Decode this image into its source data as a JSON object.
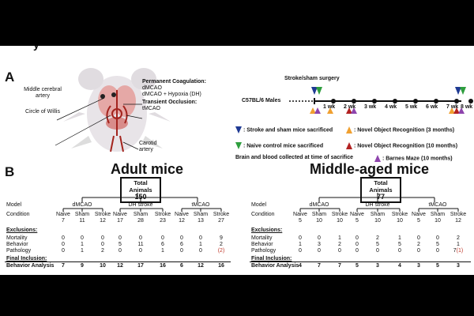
{
  "top_stub": "y",
  "panel_a": {
    "letter": "A",
    "anatomy_labels": {
      "mca": "Middle cerebral artery",
      "willis": "Circle of Willis",
      "carotid": "Carotid artery"
    },
    "models": {
      "permanent_title": "Permanent Coagulation:",
      "permanent_items": [
        "dMCAO",
        "dMCAO + Hypoxia (DH)"
      ],
      "transient_title": "Transient Occlusion:",
      "transient_items": [
        "tMCAO"
      ]
    },
    "timeline": {
      "surgery_label": "Stroke/sham surgery",
      "strain_label": "C57BL/6 Males",
      "weeks": [
        "1 wk",
        "2 wk",
        "3 wk",
        "4 wk",
        "5 wk",
        "6 wk",
        "7 wk",
        "8 wk"
      ]
    },
    "legend": [
      {
        "color": "#1f3a93",
        "text": ": Stroke and sham mice sacrificed"
      },
      {
        "color": "#f0a030",
        "text": ": Novel Object Recognition (3 months)"
      },
      {
        "color": "#2e9e3e",
        "text": ": Naive control mice sacrificed"
      },
      {
        "color": "#b22222",
        "text": ": Novel Object Recognition (10 months)"
      },
      {
        "color": "#8e44ad",
        "text": ": Barnes Maze (10 months)"
      }
    ],
    "brain_blood_note": "Brain and blood collected at time of sacrifice"
  },
  "panel_b": {
    "letter": "B",
    "row_labels": {
      "model": "Model",
      "condition": "Condition",
      "exclusions": "Exclusions:",
      "mortality": "Mortality",
      "behavior": "Behavior",
      "pathology": "Pathology",
      "final": "Final Inclusion:",
      "analysis": "Behavior Analysis"
    },
    "adult": {
      "title": "Adult mice",
      "total_label": "Total Animals",
      "total": "150",
      "models": [
        "dMCAO",
        "DH stroke",
        "tMCAO"
      ],
      "conditions": [
        "Naive",
        "Sham",
        "Stroke",
        "Naive",
        "Sham",
        "Stroke",
        "Naive",
        "Sham",
        "Stroke"
      ],
      "counts": [
        "7",
        "11",
        "12",
        "17",
        "28",
        "23",
        "12",
        "13",
        "27"
      ],
      "mortality": [
        "0",
        "0",
        "0",
        "0",
        "0",
        "0",
        "0",
        "0",
        "9"
      ],
      "behavior": [
        "0",
        "1",
        "0",
        "5",
        "11",
        "6",
        "6",
        "1",
        "2"
      ],
      "pathology": [
        "0",
        "1",
        "2",
        "0",
        "0",
        "1",
        "0",
        "0",
        "(2)"
      ],
      "analysis": [
        "7",
        "9",
        "10",
        "12",
        "17",
        "16",
        "6",
        "12",
        "16"
      ]
    },
    "middle": {
      "title": "Middle-aged mice",
      "total_label": "Total Animals",
      "total": "77",
      "models": [
        "dMCAO",
        "DH stroke",
        "tMCAO"
      ],
      "conditions": [
        "Naive",
        "Sham",
        "Stroke",
        "Naive",
        "Sham",
        "Stroke",
        "Naive",
        "Sham",
        "Stroke"
      ],
      "counts": [
        "5",
        "10",
        "10",
        "5",
        "10",
        "10",
        "5",
        "10",
        "12"
      ],
      "mortality": [
        "0",
        "0",
        "1",
        "0",
        "2",
        "1",
        "0",
        "0",
        "2"
      ],
      "behavior": [
        "1",
        "3",
        "2",
        "0",
        "5",
        "5",
        "2",
        "5",
        "1"
      ],
      "pathology": [
        "0",
        "0",
        "0",
        "0",
        "0",
        "0",
        "0",
        "0",
        "7"
      ],
      "pathology_note": "(1)",
      "analysis": [
        "4",
        "7",
        "7",
        "5",
        "3",
        "4",
        "3",
        "5",
        "3"
      ]
    }
  }
}
